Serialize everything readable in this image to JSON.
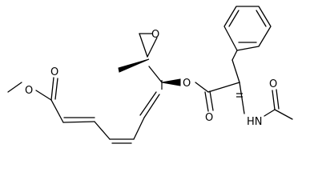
{
  "structure": {
    "atoms": {
      "ester_oxygen_methyl": "O",
      "carbonyl_oxygen_methyl_ester": "O",
      "epoxide_oxygen": "O",
      "ester_oxygen_acyl": "O",
      "carbonyl_oxygen_acyl": "O",
      "amide_oxygen": "O",
      "amide_nitrogen": "HN"
    }
  }
}
